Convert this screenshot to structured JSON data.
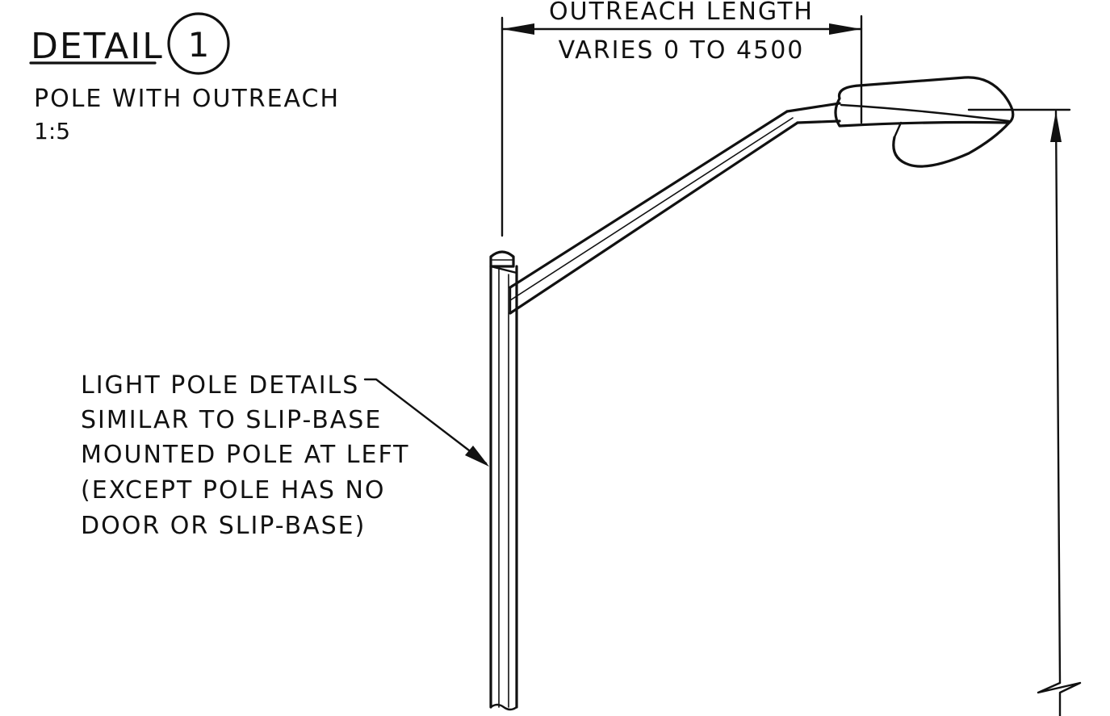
{
  "detail": {
    "label": "DETAIL",
    "number": "1",
    "subtitle": "POLE WITH OUTREACH",
    "scale": "1:5"
  },
  "dimension": {
    "line1": "OUTREACH LENGTH",
    "line2": "VARIES 0 TO 4500"
  },
  "note": {
    "lines": [
      "LIGHT POLE DETAILS",
      "SIMILAR TO SLIP-BASE",
      "MOUNTED POLE AT LEFT",
      "(EXCEPT POLE HAS NO",
      "DOOR OR SLIP-BASE)"
    ]
  }
}
